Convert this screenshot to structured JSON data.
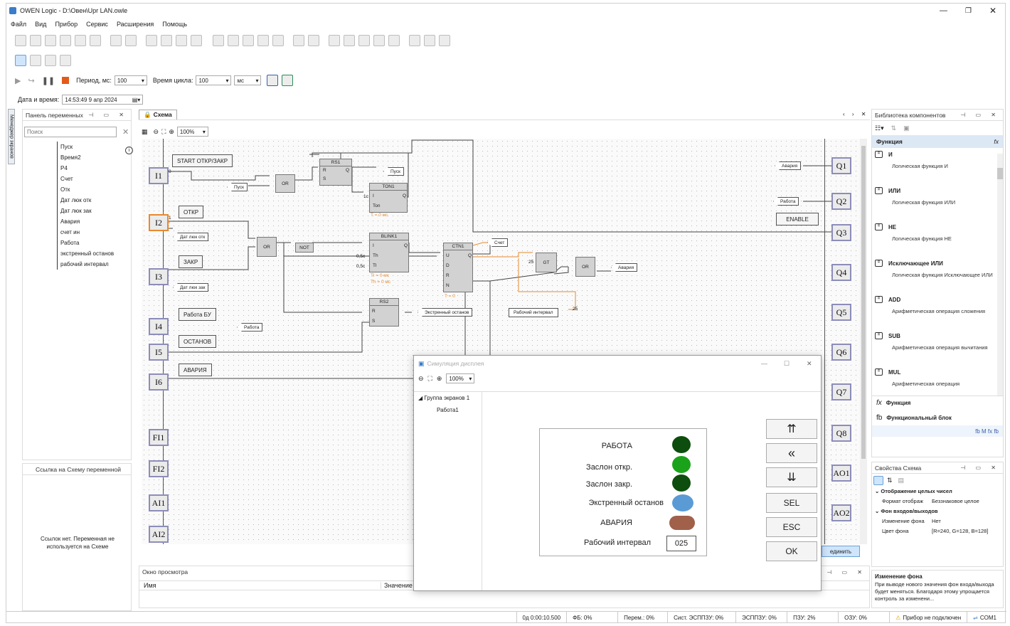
{
  "window": {
    "title": "OWEN Logic - D:\\Овен\\Upr LAN.owle"
  },
  "menu": [
    "Файл",
    "Вид",
    "Прибор",
    "Сервис",
    "Расширения",
    "Помощь"
  ],
  "run_toolbar": {
    "period_label": "Период, мс:",
    "period_value": "100",
    "cycle_label": "Время цикла:",
    "cycle_value": "100",
    "cycle_unit": "мс"
  },
  "datetime": {
    "label": "Дата и время:",
    "value": "14:53:49   9 апр 2024"
  },
  "variables_panel": {
    "title": "Панель переменных",
    "search_placeholder": "Поиск",
    "side_tab": "Менеджер экранов",
    "items": [
      "Пуск",
      "Время2",
      "Р4",
      "Счет",
      "Отк",
      "Дат люк отк",
      "Дат люк зак",
      "Авария",
      "счет ин",
      "Работа",
      "экстренный останов",
      "рабочий интервал"
    ]
  },
  "link_panel": {
    "title": "Ссылка на Схему переменной",
    "empty_text": "Ссылок нет. Переменная не используется на Схеме"
  },
  "preview_panel": {
    "title": "Окно просмотра",
    "col_name": "Имя",
    "col_value": "Значение"
  },
  "schema": {
    "tab": "Схема",
    "zoom": "100%",
    "inputs": [
      "I1",
      "I2",
      "I3",
      "I4",
      "I5",
      "I6",
      "FI1",
      "FI2",
      "AI1",
      "AI2"
    ],
    "outputs": [
      "Q1",
      "Q2",
      "Q3",
      "Q4",
      "Q5",
      "Q6",
      "Q7",
      "Q8",
      "AO1",
      "AO2"
    ],
    "labels": {
      "start": "START   ОТКР/ЗАКР",
      "otkr": "ОТКР",
      "zakr": "ЗАКР",
      "rabota_bu": "Работа БУ",
      "ostanov": "ОСТАНОВ",
      "avaria": "АВАРИЯ",
      "enable": "ENABLE"
    },
    "tags": {
      "pusk1": "Пуск",
      "pusk2": "Пуск",
      "dat_otk": "Дат люк отк",
      "dat_zak": "Дат люк зак",
      "rabota_in": "Работа",
      "schet": "Счет",
      "avaria_out": "Авария",
      "ekstr": "Экстренный останов",
      "rab_int": "Рабочий интервал",
      "avaria_q1": "Авария",
      "rabota_q2": "Работа"
    },
    "blocks": {
      "rs1": "RS1",
      "ton1": "TON1",
      "blink1": "BLINK1",
      "ctn1": "CTN1",
      "rs2": "RS2",
      "or1": "OR",
      "or2": "OR",
      "or3": "OR",
      "not1": "NOT",
      "gt1": "GT"
    },
    "pins": {
      "r": "R",
      "s": "S",
      "q": "Q",
      "i": "I",
      "ton": "Ton",
      "th": "Th",
      "tl": "Tl",
      "u": "U",
      "d": "D",
      "n": "N"
    },
    "timers": {
      "t1": "T = 0 мс",
      "tl": "Tl = 0 мс",
      "th": "Th = 0 мс",
      "ctn": "T = 0"
    },
    "values": {
      "zero": "0",
      "one": "1",
      "c1": "1с",
      "s05a": "0,5с",
      "s05b": "0,5с",
      "n25": "25",
      "n25b": "25"
    },
    "connect_btn": "единить"
  },
  "simulation": {
    "title": "Симуляция дисплея",
    "zoom": "100%",
    "tree_group": "Группа экранов 1",
    "tree_item": "Работа1",
    "rows": [
      {
        "label": "РАБОТА",
        "color": "#0d4d0d"
      },
      {
        "label": "Заслон откр.",
        "color": "#1aa31a"
      },
      {
        "label": "Заслон закр.",
        "color": "#0d4d0d"
      },
      {
        "label": "Экстренный останов",
        "color": "#5b9bd5"
      },
      {
        "label": "АВАРИЯ",
        "color": "#a0604a"
      }
    ],
    "interval_label": "Рабочий интервал",
    "interval_value": "025",
    "buttons": {
      "up": "⇈",
      "left": "«",
      "down": "⇊",
      "sel": "SEL",
      "esc": "ESC",
      "ok": "OK"
    }
  },
  "library": {
    "title": "Библиотека компонентов",
    "section": "Функция",
    "items": [
      {
        "name": "И",
        "desc": "Логическая функция И"
      },
      {
        "name": "ИЛИ",
        "desc": "Логическая функция ИЛИ"
      },
      {
        "name": "НЕ",
        "desc": "Логическая функция НЕ"
      },
      {
        "name": "Исключающее ИЛИ",
        "desc": "Логическая функция Исключающее ИЛИ"
      },
      {
        "name": "ADD",
        "desc": "Арифметическая операция сложения"
      },
      {
        "name": "SUB",
        "desc": "Арифметическая операция вычитания"
      },
      {
        "name": "MUL",
        "desc": "Арифметическая операция"
      }
    ],
    "tab_func": "Функция",
    "tab_fb": "Функциональный блок",
    "foot": "fb  M  fx  fb"
  },
  "properties": {
    "title": "Свойства Схема",
    "group1": "Отображение целых чисел",
    "p1_name": "Формат отображ",
    "p1_val": "Беззнаковое целое",
    "group2": "Фон входов/выходов",
    "p2_name": "Изменение фона",
    "p2_val": "Нет",
    "p3_name": "Цвет фона",
    "p3_val": "[R=240, G=128, B=128]",
    "help_title": "Изменение фона",
    "help_text": "При выводе нового значения фон входа/выхода будет меняться. Благодаря этому упрощается контроль за изменени..."
  },
  "status": [
    "0д 0:00:10.500",
    "ФБ: 0%",
    "Перем.: 0%",
    "Сист. ЭСППЗУ: 0%",
    "ЭСППЗУ: 0%",
    "ПЗУ: 2%",
    "ОЗУ: 0%",
    "Прибор не подключен",
    "COM1"
  ]
}
